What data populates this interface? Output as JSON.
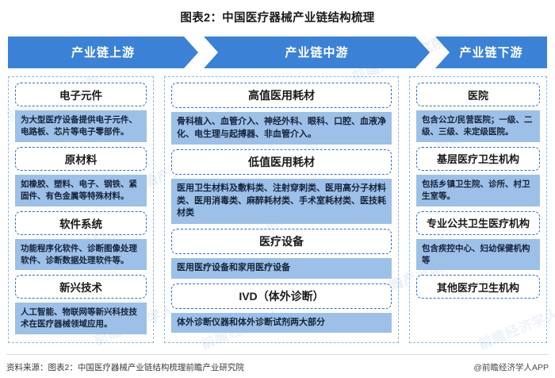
{
  "title": "图表2：中国医疗器械产业链结构梳理",
  "chevrons": [
    {
      "label": "产业链上游"
    },
    {
      "label": "产业链中游"
    },
    {
      "label": "产业链下游"
    }
  ],
  "colors": {
    "chevron_fill": "#3b82d6",
    "column_border": "#8fb8e0",
    "head_border": "#2f6fc0",
    "desc_fill": "#9dc0e8",
    "text": "#1b1b1b"
  },
  "columns": [
    {
      "name": "upstream",
      "blocks": [
        {
          "heading": "电子元件",
          "desc": "为大型医疗设备提供电子元件、电路板、芯片等电子零部件。"
        },
        {
          "heading": "原材料",
          "desc": "如橡胶、塑料、电子、钢铁、紧固件、有色金属等特殊材料。"
        },
        {
          "heading": "软件系统",
          "desc": "功能程序化软件、诊断图像处理软件、诊断数据处理软件等。"
        },
        {
          "heading": "新兴技术",
          "desc": "人工智能、物联网等新兴科技技术在医疗器械领域应用。"
        }
      ]
    },
    {
      "name": "midstream",
      "blocks": [
        {
          "heading": "高值医用耗材",
          "desc": "骨科植入、血管介入、神经外科、眼科、口腔、血液净化、电生理与起搏器、非血管介入。"
        },
        {
          "heading": "低值医用耗材",
          "desc": "医用卫生材料及敷料类、注射穿刺类、医用高分子材料类、医用消毒类、麻醉耗材类、手术室耗材类、医技耗材类"
        },
        {
          "heading": "医疗设备",
          "desc": "医用医疗设备和家用医疗设备"
        },
        {
          "heading": "IVD（体外诊断）",
          "desc": "体外诊断仪器和体外诊断试剂两大部分"
        }
      ]
    },
    {
      "name": "downstream",
      "blocks": [
        {
          "heading": "医院",
          "desc": "包含公立/民营医院；一级、二级、三级、未定级医院。"
        },
        {
          "heading": "基层医疗卫生机构",
          "desc": "包括乡镇卫生院、诊所、村卫生室等。"
        },
        {
          "heading": "专业公共卫生医疗机构",
          "desc": "包含疾控中心、妇幼保健机构等"
        },
        {
          "heading": "其他医疗卫生机构",
          "desc": ""
        }
      ]
    }
  ],
  "footer": {
    "source": "资料来源：图表2：中国医疗器械产业链结构梳理前瞻产业研究院",
    "credit": "@前瞻经济学人APP"
  },
  "watermarks": [
    "前瞻产业研究院",
    "前瞻经济学人",
    "前瞻产业研究院",
    "前瞻经济学人",
    "前瞻产业研究院",
    "前瞻经济学人",
    "前瞻产业研究院",
    "前瞻经济学人",
    "前瞻产业研究院",
    "前瞻经济学人",
    "前瞻产业研究院",
    "前瞻经济学人"
  ]
}
